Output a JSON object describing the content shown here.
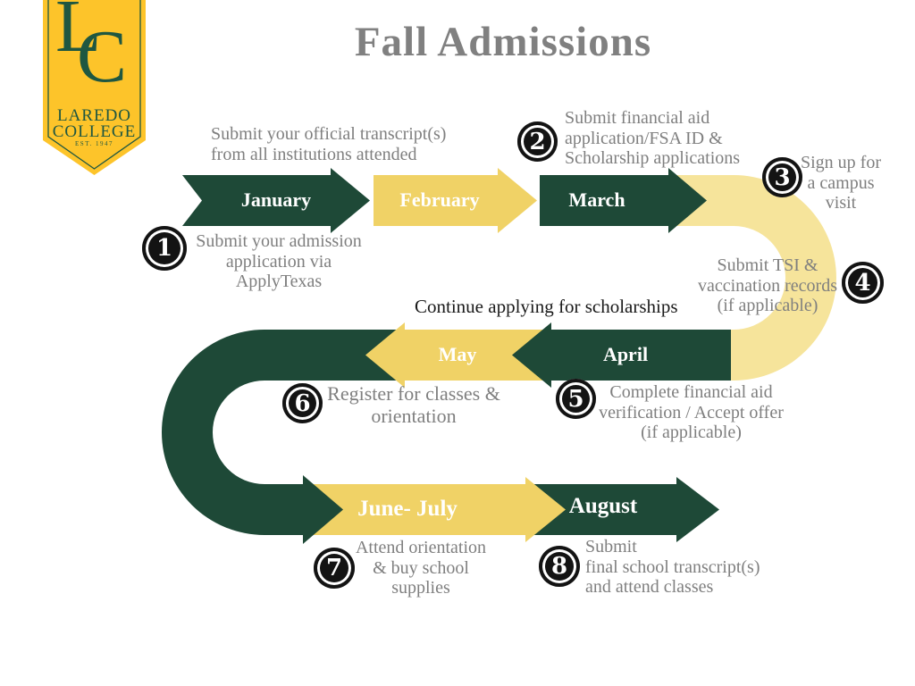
{
  "title": "Fall Admissions",
  "logo": {
    "monogram_l": "L",
    "monogram_c": "C",
    "name_line1": "LAREDO",
    "name_line2": "COLLEGE",
    "established": "EST. 1947"
  },
  "colors": {
    "dark_green": "#1E4937",
    "arrow_yellow": "#F0D266",
    "pale_yellow": "#F6E49B",
    "logo_gold": "#FDC42A",
    "logo_green": "#1F5741",
    "title_gray": "#808080",
    "text_gray": "#7F7F7F",
    "note_black": "#1A1A1A",
    "badge_black": "#131313"
  },
  "months": [
    {
      "label": "January"
    },
    {
      "label": "February"
    },
    {
      "label": "March"
    },
    {
      "label": "April"
    },
    {
      "label": "May"
    },
    {
      "label": "June- July"
    },
    {
      "label": "August"
    }
  ],
  "notes": {
    "transcripts": {
      "lines": [
        "Submit your official transcript(s)",
        "from all institutions attended"
      ]
    },
    "scholarships": {
      "text": "Continue applying for scholarships"
    }
  },
  "steps": [
    {
      "number": "1",
      "lines": [
        "Submit your admission",
        "application via",
        "ApplyTexas"
      ]
    },
    {
      "number": "2",
      "lines": [
        "Submit financial aid",
        "application/FSA ID &",
        "Scholarship applications"
      ]
    },
    {
      "number": "3",
      "lines": [
        "Sign up for",
        "a campus",
        "visit"
      ]
    },
    {
      "number": "4",
      "lines": [
        "Submit TSI &",
        "vaccination records",
        "(if applicable)"
      ]
    },
    {
      "number": "5",
      "lines": [
        "Complete financial aid",
        "verification / Accept offer",
        "(if applicable)"
      ]
    },
    {
      "number": "6",
      "lines": [
        "Register for classes &",
        "orientation"
      ]
    },
    {
      "number": "7",
      "lines": [
        "Attend orientation",
        "& buy school",
        "supplies"
      ]
    },
    {
      "number": "8",
      "lines": [
        "Submit",
        "final school transcript(s)",
        "and attend classes"
      ]
    }
  ]
}
